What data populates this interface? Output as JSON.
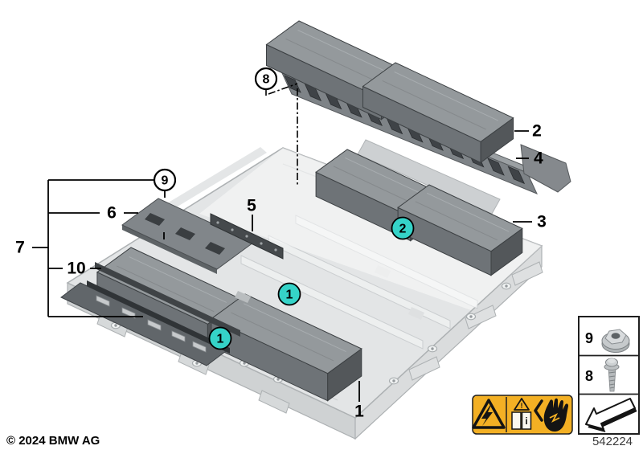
{
  "page": {
    "copyright": "© 2024 BMW AG",
    "drawing_number": "542224"
  },
  "callouts": {
    "c1": "1",
    "c2": "2",
    "c3": "3",
    "c4": "4",
    "c5": "5",
    "c6": "6",
    "c7": "7",
    "c10": "10"
  },
  "circles": {
    "w8": "8",
    "w9": "9",
    "h1a": "1",
    "h1b": "1",
    "h2": "2"
  },
  "legend": {
    "rows": [
      {
        "ref": "9",
        "icon": "flange-nut-icon"
      },
      {
        "ref": "8",
        "icon": "screw-icon"
      }
    ],
    "arrow": "direction-arrow-icon"
  },
  "warning": {
    "alert_char": "!",
    "info_char": "i",
    "icons": [
      "high-voltage-triangle-icon",
      "warning-triangle-icon",
      "read-manual-book-icon",
      "electric-shock-hand-icon"
    ]
  },
  "colors": {
    "highlight_circle": "#35D3C8",
    "warning_yellow": "#F3B024",
    "module_top": "#94999C",
    "module_side": "#6E7377",
    "module_end": "#53575A",
    "tray_gray": "#E3E5E6"
  }
}
